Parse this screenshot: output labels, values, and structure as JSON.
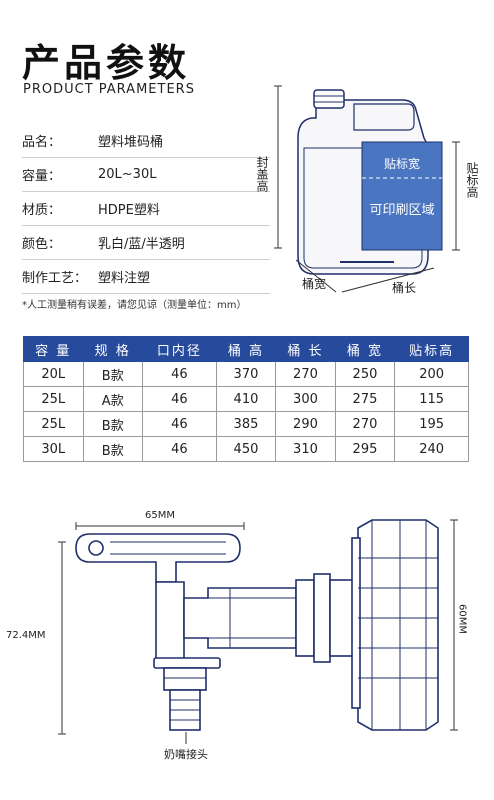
{
  "header": {
    "title_cn": "产品参数",
    "title_en": "PRODUCT PARAMETERS"
  },
  "specs": [
    {
      "label": "品名：",
      "value": "塑料堆码桶"
    },
    {
      "label": "容量：",
      "value": "20L~30L"
    },
    {
      "label": "材质：",
      "value": "HDPE塑料"
    },
    {
      "label": "颜色：",
      "value": "乳白/蓝/半透明"
    },
    {
      "label": "制作工艺：",
      "value": "塑料注塑"
    }
  ],
  "note": "*人工测量稍有误差，请您见谅（测量单位：mm）",
  "drawing": {
    "cap_height_label": "封盖高",
    "label_area_height_label": "贴标高",
    "label_width_text": "贴标宽",
    "print_area_text": "可印刷区域",
    "barrel_width_label": "桶宽",
    "barrel_length_label": "桶长"
  },
  "table": {
    "headers": [
      "容 量",
      "规 格",
      "口内径",
      "桶 高",
      "桶 长",
      "桶 宽",
      "贴标高"
    ],
    "rows": [
      [
        "20L",
        "B款",
        "46",
        "370",
        "270",
        "250",
        "200"
      ],
      [
        "25L",
        "A款",
        "46",
        "410",
        "300",
        "275",
        "115"
      ],
      [
        "25L",
        "B款",
        "46",
        "385",
        "290",
        "270",
        "195"
      ],
      [
        "30L",
        "B款",
        "46",
        "450",
        "310",
        "295",
        "240"
      ]
    ]
  },
  "faucet": {
    "width_label": "65MM",
    "height_label": "72.4MM",
    "cap_height_label": "60MM",
    "nozzle_label": "奶嘴接头"
  },
  "colors": {
    "accent_blue": "#264a9c",
    "label_blue": "#4a76c1",
    "outline": "#1f2f6b"
  }
}
